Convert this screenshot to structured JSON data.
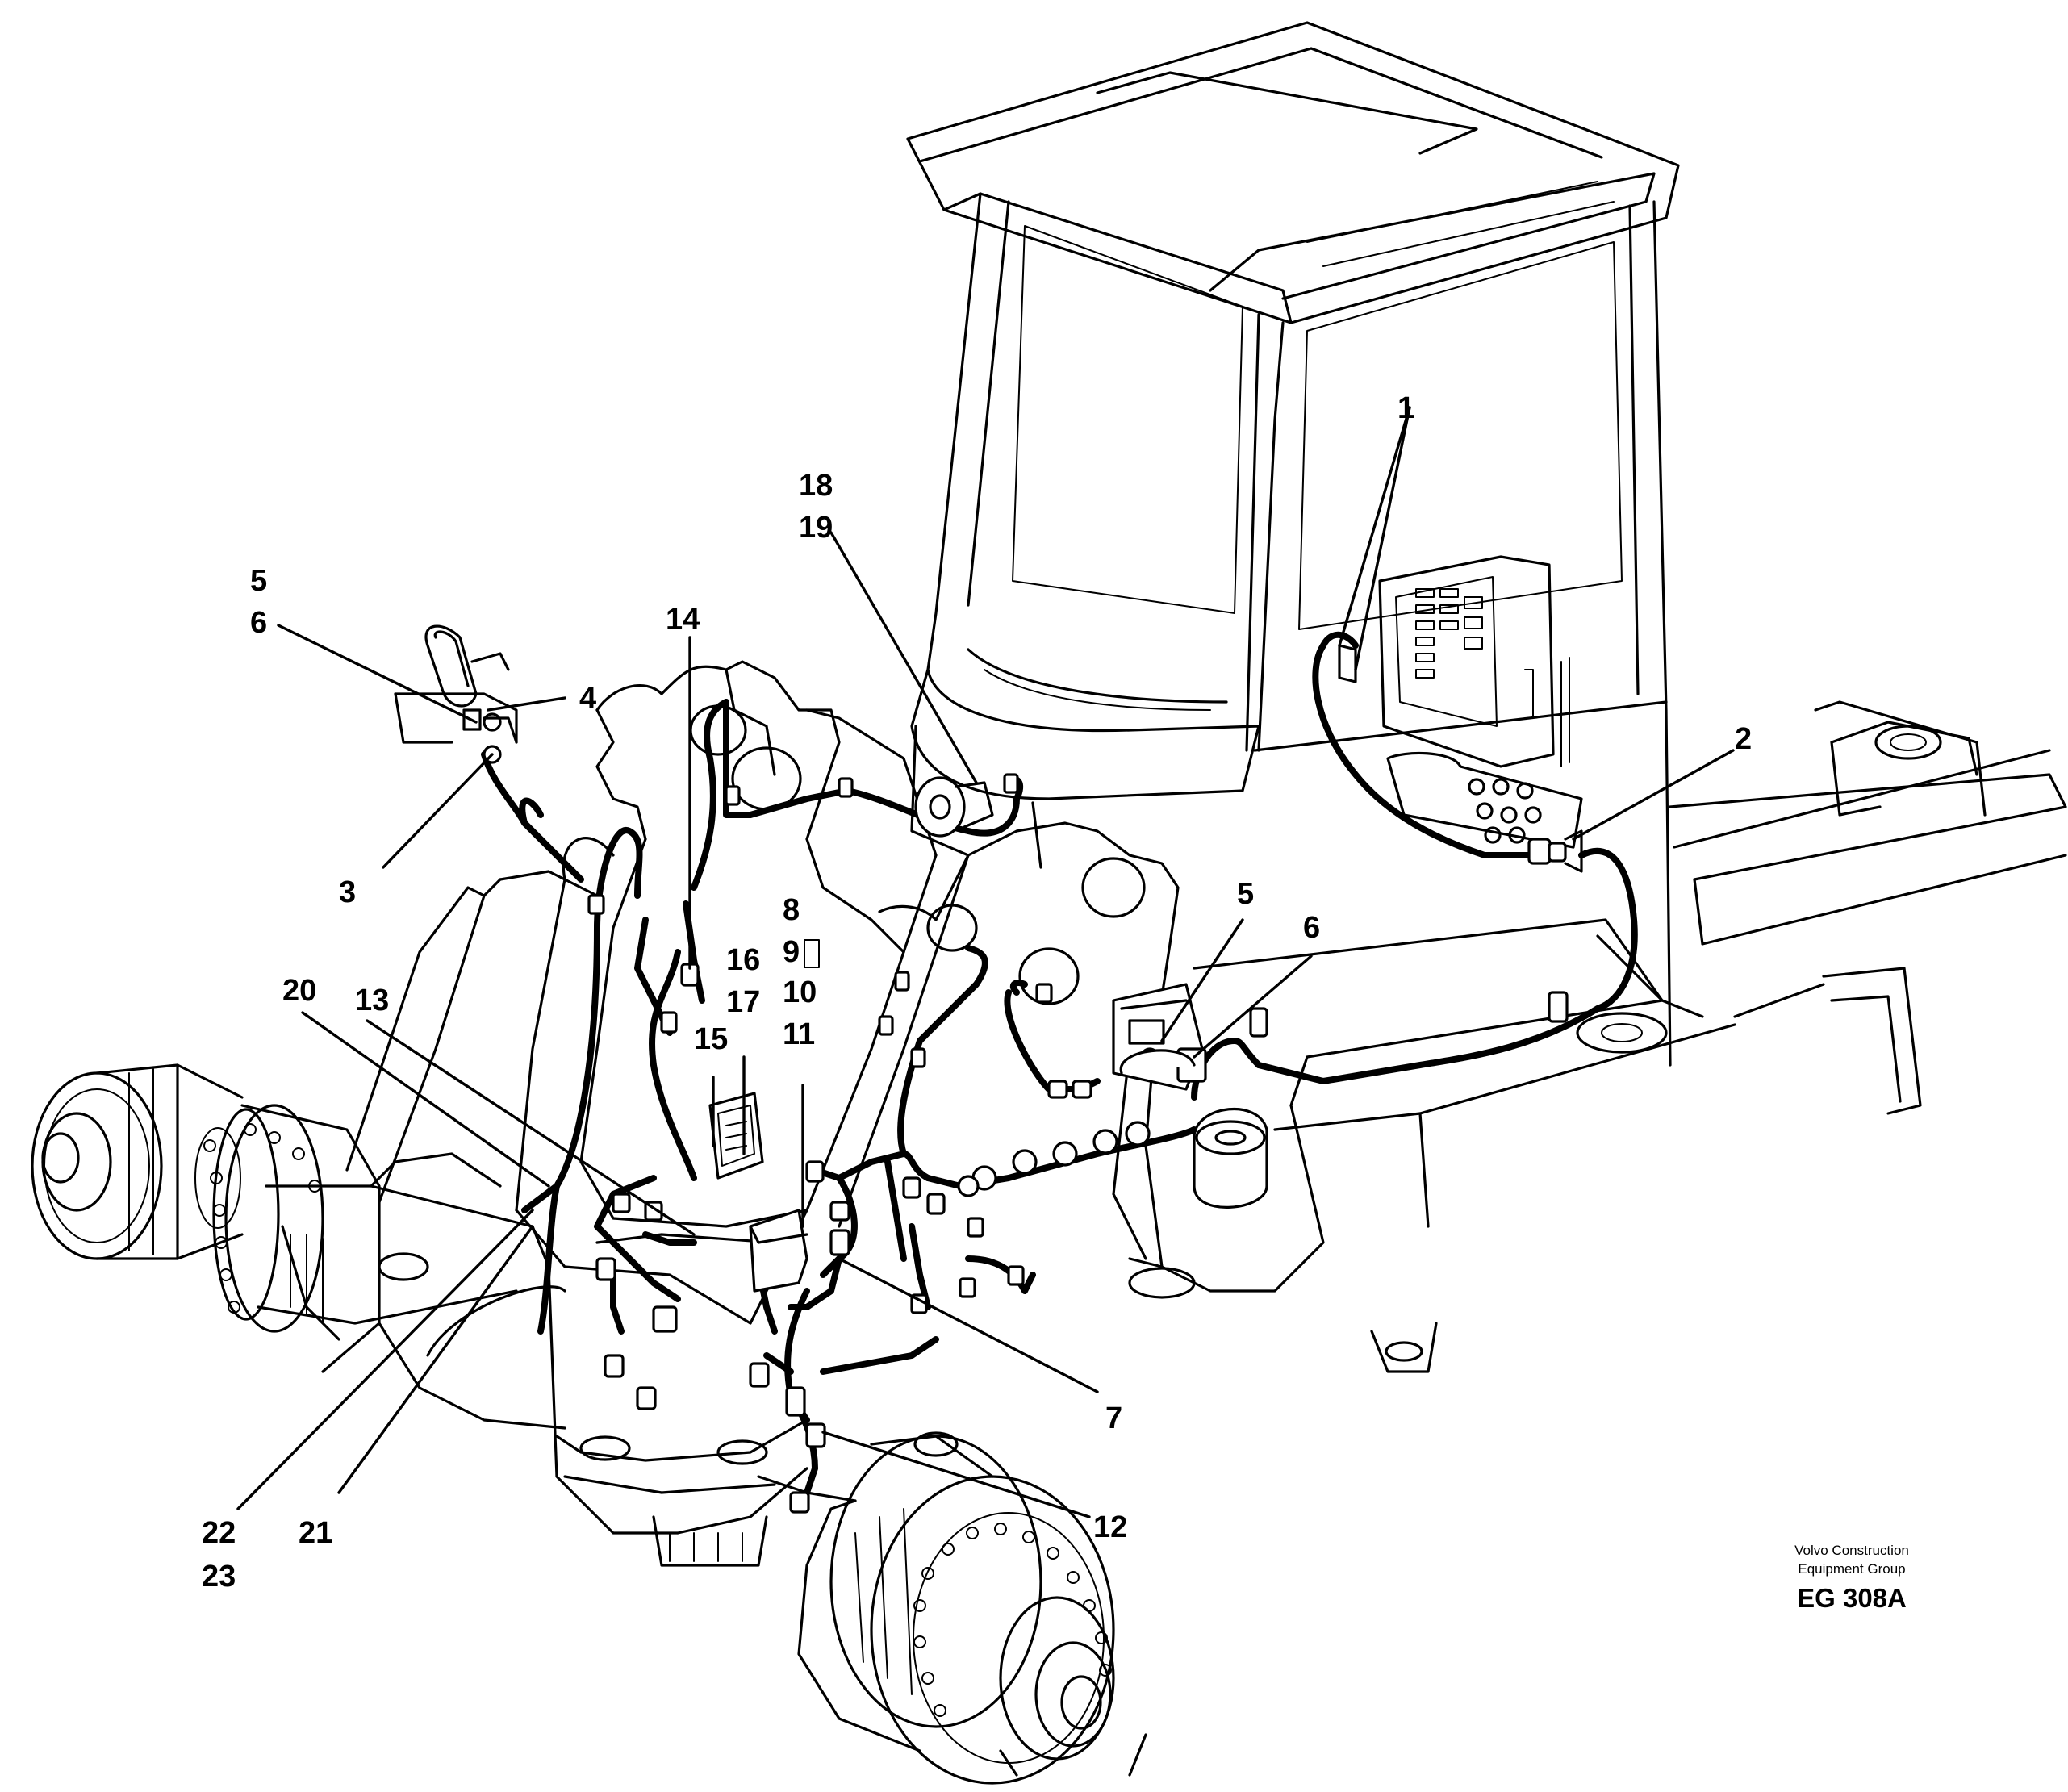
{
  "diagram": {
    "callouts": [
      {
        "id": "c1",
        "text": "1"
      },
      {
        "id": "c2",
        "text": "2"
      },
      {
        "id": "c3",
        "text": "3"
      },
      {
        "id": "c4",
        "text": "4"
      },
      {
        "id": "c5a",
        "text": "5"
      },
      {
        "id": "c6a",
        "text": "6"
      },
      {
        "id": "c5b",
        "text": "5"
      },
      {
        "id": "c6b",
        "text": "6"
      },
      {
        "id": "c7",
        "text": "7"
      },
      {
        "id": "c8",
        "text": "8"
      },
      {
        "id": "c9",
        "text": "9"
      },
      {
        "id": "c10",
        "text": "10"
      },
      {
        "id": "c11",
        "text": "11"
      },
      {
        "id": "c12",
        "text": "12"
      },
      {
        "id": "c13",
        "text": "13"
      },
      {
        "id": "c14",
        "text": "14"
      },
      {
        "id": "c15",
        "text": "15"
      },
      {
        "id": "c16",
        "text": "16"
      },
      {
        "id": "c17",
        "text": "17"
      },
      {
        "id": "c18",
        "text": "18"
      },
      {
        "id": "c19",
        "text": "19"
      },
      {
        "id": "c20",
        "text": "20"
      },
      {
        "id": "c21",
        "text": "21"
      },
      {
        "id": "c22",
        "text": "22"
      },
      {
        "id": "c23",
        "text": "23"
      }
    ],
    "publisher_line1": "Volvo Construction",
    "publisher_line2": "Equipment Group",
    "reference_code": "EG 308A"
  }
}
